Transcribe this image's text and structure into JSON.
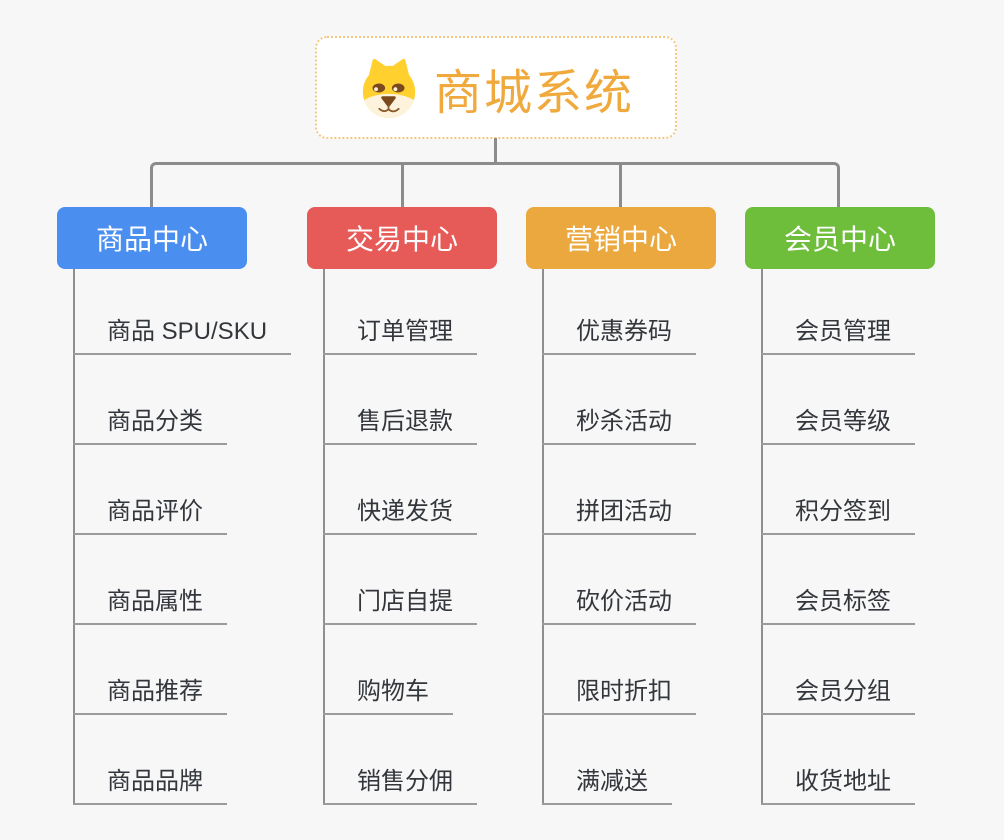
{
  "root": {
    "title": "商城系统",
    "icon": "dog-face-icon"
  },
  "branches": [
    {
      "label": "商品中心",
      "color": "#4a8ff0",
      "items": [
        "商品 SPU/SKU",
        "商品分类",
        "商品评价",
        "商品属性",
        "商品推荐",
        "商品品牌"
      ]
    },
    {
      "label": "交易中心",
      "color": "#e65b58",
      "items": [
        "订单管理",
        "售后退款",
        "快递发货",
        "门店自提",
        "购物车",
        "销售分佣"
      ]
    },
    {
      "label": "营销中心",
      "color": "#eaa83e",
      "items": [
        "优惠券码",
        "秒杀活动",
        "拼团活动",
        "砍价活动",
        "限时折扣",
        "满减送"
      ]
    },
    {
      "label": "会员中心",
      "color": "#6ebe3b",
      "items": [
        "会员管理",
        "会员等级",
        "积分签到",
        "会员标签",
        "会员分组",
        "收货地址"
      ]
    }
  ],
  "colors": {
    "background": "#f7f7f7",
    "root_border": "#f3c87e",
    "title_text": "#f0a93c",
    "connector": "#8c8c8c",
    "leaf_underline": "#9b9b9b",
    "leaf_text": "#33363b",
    "dog_yellow": "#ffd02e",
    "dog_cream": "#fdf3dc",
    "dog_brown": "#7a4a1e"
  }
}
